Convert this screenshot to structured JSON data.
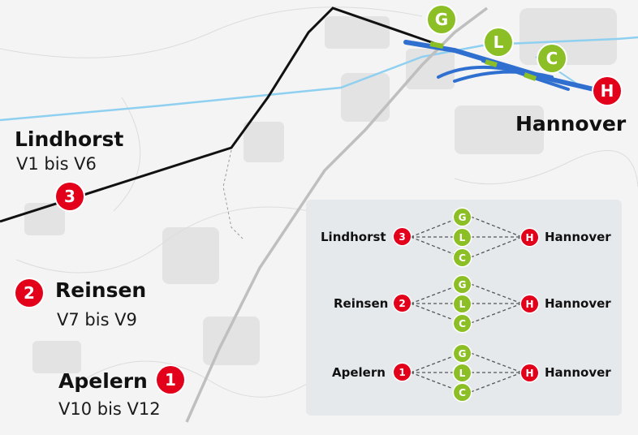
{
  "cities": {
    "hannover": "Hannover",
    "lindhorst": "Lindhorst",
    "reinsen": "Reinsen",
    "apelern": "Apelern"
  },
  "variants": {
    "lindhorst": "V1 bis V6",
    "reinsen": "V7 bis V9",
    "apelern": "V10 bis V12"
  },
  "markers": {
    "red": [
      "1",
      "2",
      "3",
      "H"
    ],
    "green": [
      "G",
      "L",
      "C"
    ]
  },
  "legend": {
    "rows": [
      {
        "origin": "Lindhorst",
        "num": "3",
        "hubs": [
          "G",
          "L",
          "C"
        ],
        "dest_marker": "H",
        "dest": "Hannover"
      },
      {
        "origin": "Reinsen",
        "num": "2",
        "hubs": [
          "G",
          "L",
          "C"
        ],
        "dest_marker": "H",
        "dest": "Hannover"
      },
      {
        "origin": "Apelern",
        "num": "1",
        "hubs": [
          "G",
          "L",
          "C"
        ],
        "dest_marker": "H",
        "dest": "Hannover"
      }
    ]
  },
  "colors": {
    "red_marker": "#e2001a",
    "green_marker": "#8cbf26",
    "rail_line": "#111111",
    "blue_route": "#2f6fd0",
    "river": "#8fd0f0"
  }
}
